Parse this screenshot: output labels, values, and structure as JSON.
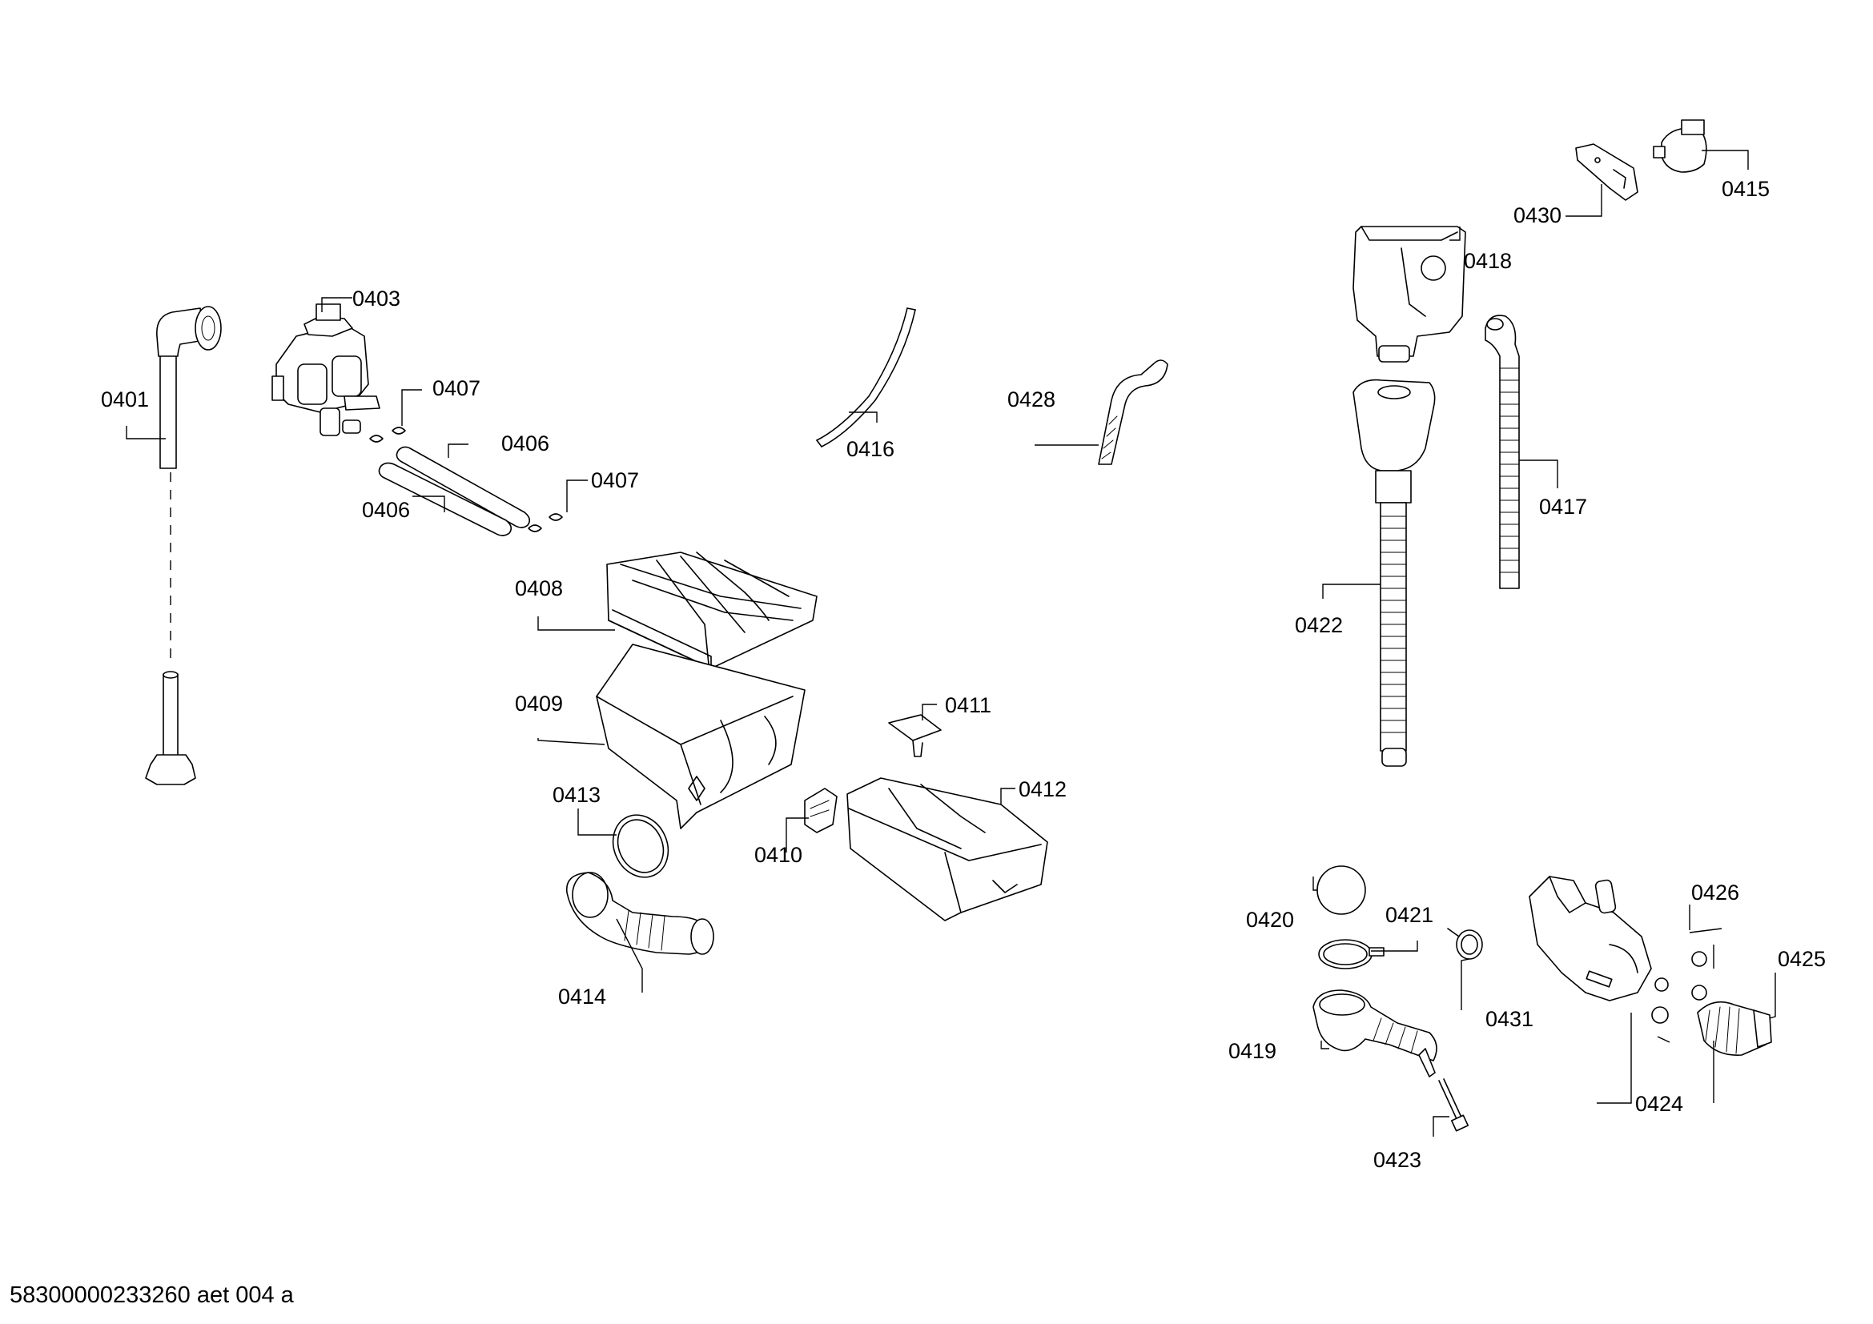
{
  "document_id": "58300000233260 aet 004 a",
  "callouts": {
    "p0401": "0401",
    "p0403": "0403",
    "p0406a": "0406",
    "p0406b": "0406",
    "p0407a": "0407",
    "p0407b": "0407",
    "p0408": "0408",
    "p0409": "0409",
    "p0410": "0410",
    "p0411": "0411",
    "p0412": "0412",
    "p0413": "0413",
    "p0414": "0414",
    "p0415": "0415",
    "p0416": "0416",
    "p0417": "0417",
    "p0418": "0418",
    "p0419": "0419",
    "p0420": "0420",
    "p0421": "0421",
    "p0422": "0422",
    "p0423": "0423",
    "p0424": "0424",
    "p0425": "0425",
    "p0426": "0426",
    "p0428": "0428",
    "p0430": "0430",
    "p0431": "0431"
  }
}
